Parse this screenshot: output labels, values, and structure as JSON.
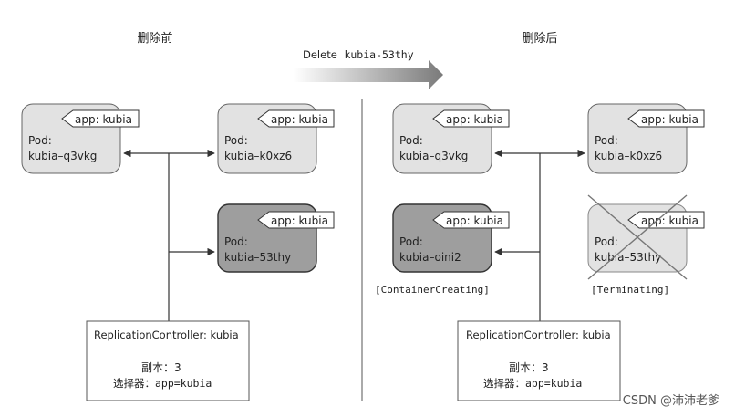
{
  "before": {
    "heading": "删除前",
    "pods": [
      {
        "label": "Pod:",
        "name": "kubia–q3vkg",
        "tag": "app: kubia"
      },
      {
        "label": "Pod:",
        "name": "kubia–k0xz6",
        "tag": "app: kubia"
      },
      {
        "label": "Pod:",
        "name": "kubia–53thy",
        "tag": "app: kubia"
      }
    ],
    "controller": {
      "title": "ReplicationController: kubia",
      "replicas": "副本：3",
      "selector": "选择器：app=kubia"
    }
  },
  "after": {
    "heading": "删除后",
    "pods": [
      {
        "label": "Pod:",
        "name": "kubia–q3vkg",
        "tag": "app: kubia"
      },
      {
        "label": "Pod:",
        "name": "kubia–k0xz6",
        "tag": "app: kubia"
      },
      {
        "label": "Pod:",
        "name": "kubia–oini2",
        "tag": "app: kubia",
        "status": "[ContainerCreating]"
      },
      {
        "label": "Pod:",
        "name": "kubia–53thy",
        "tag": "app: kubia",
        "status": "[Terminating]"
      }
    ],
    "controller": {
      "title": "ReplicationController: kubia",
      "replicas": "副本：3",
      "selector": "选择器：app=kubia"
    }
  },
  "transition": {
    "action": "Delete",
    "target": "kubia-53thy"
  },
  "watermark": "CSDN @沛沛老爹"
}
